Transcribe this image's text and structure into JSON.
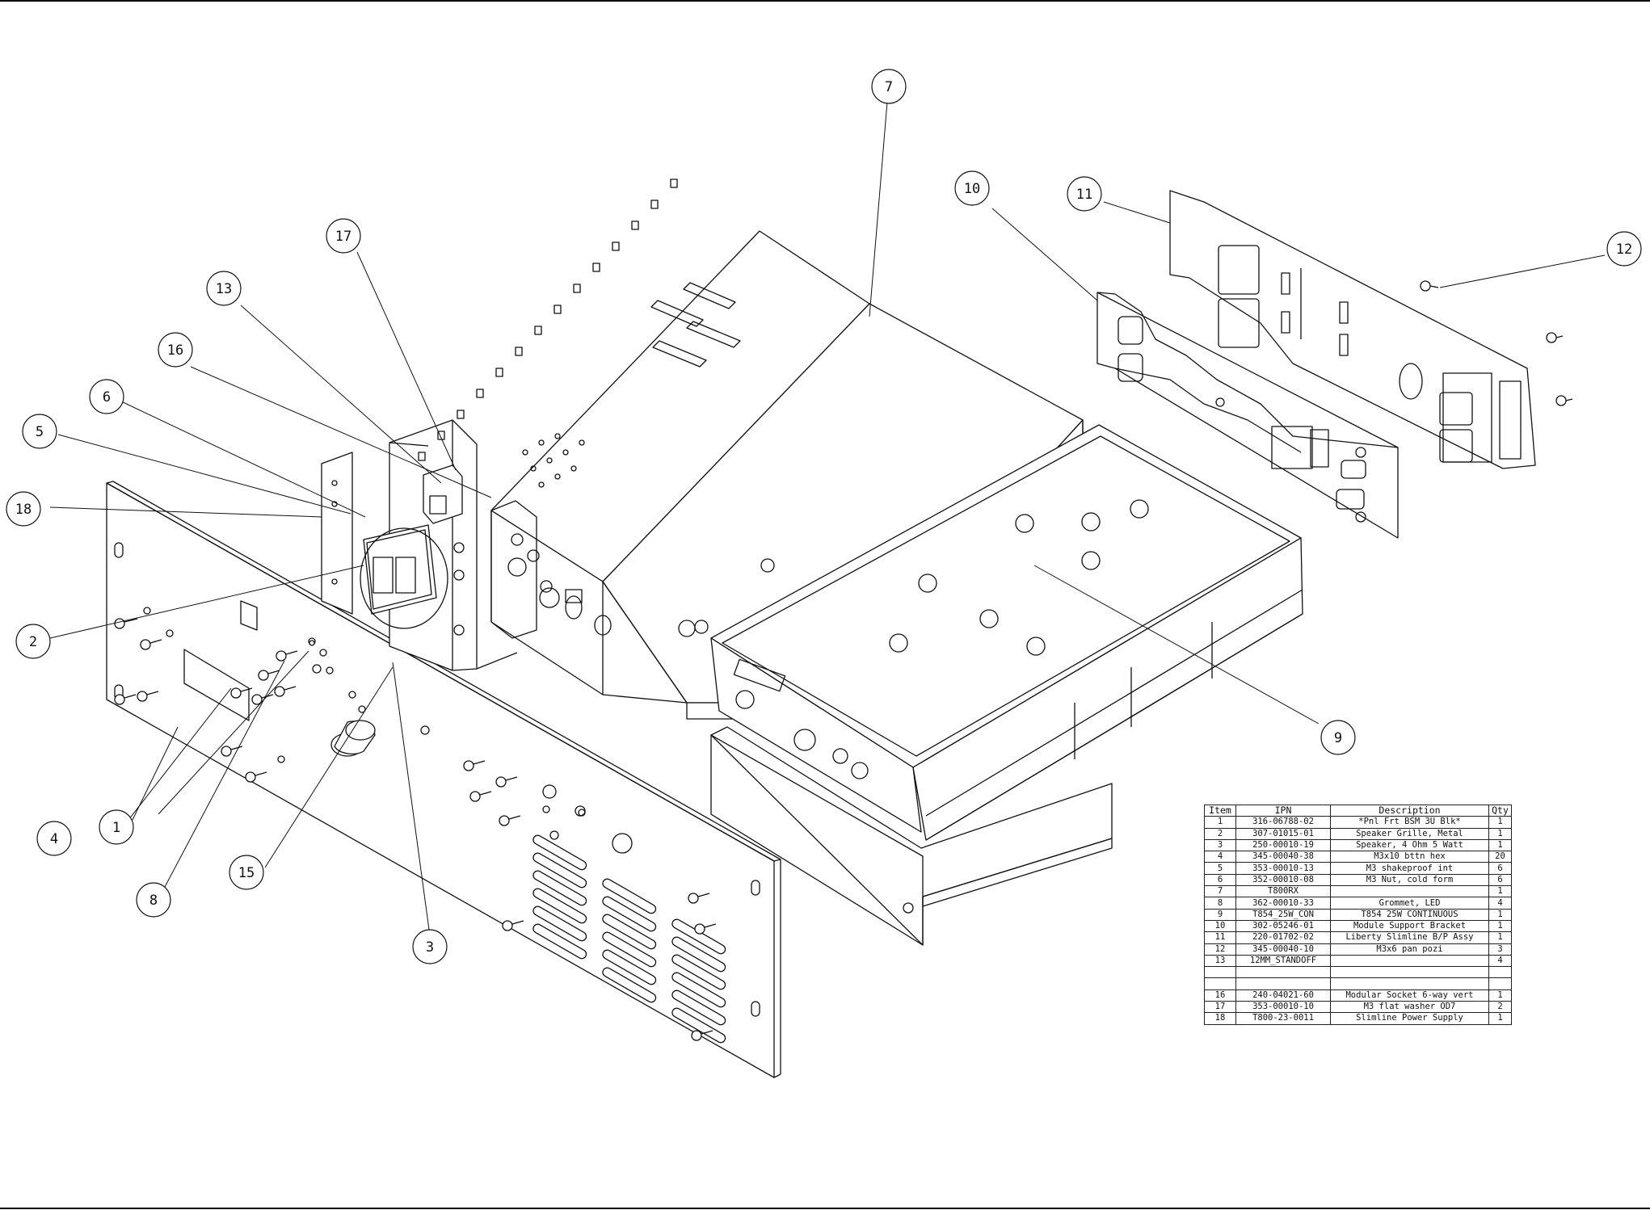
{
  "callouts": [
    {
      "label": "1"
    },
    {
      "label": "2"
    },
    {
      "label": "3"
    },
    {
      "label": "4"
    },
    {
      "label": "5"
    },
    {
      "label": "6"
    },
    {
      "label": "7"
    },
    {
      "label": "8"
    },
    {
      "label": "9"
    },
    {
      "label": "10"
    },
    {
      "label": "11"
    },
    {
      "label": "12"
    },
    {
      "label": "13"
    },
    {
      "label": "15"
    },
    {
      "label": "16"
    },
    {
      "label": "17"
    },
    {
      "label": "18"
    }
  ],
  "bom": {
    "headers": {
      "item": "Item",
      "ipn": "IPN",
      "description": "Description",
      "qty": "Qty"
    },
    "rows": [
      {
        "item": "1",
        "ipn": "316-06788-02",
        "description": "*Pnl Frt BSM 3U Blk*",
        "qty": "1"
      },
      {
        "item": "2",
        "ipn": "307-01015-01",
        "description": "Speaker Grille, Metal",
        "qty": "1"
      },
      {
        "item": "3",
        "ipn": "250-00010-19",
        "description": "Speaker, 4 Ohm 5 Watt",
        "qty": "1"
      },
      {
        "item": "4",
        "ipn": "345-00040-38",
        "description": "M3x10 bttn hex",
        "qty": "20"
      },
      {
        "item": "5",
        "ipn": "353-00010-13",
        "description": "M3 shakeproof int",
        "qty": "6"
      },
      {
        "item": "6",
        "ipn": "352-00010-08",
        "description": "M3 Nut, cold form",
        "qty": "6"
      },
      {
        "item": "7",
        "ipn": "T800RX",
        "description": "",
        "qty": "1"
      },
      {
        "item": "8",
        "ipn": "362-00010-33",
        "description": "Grommet, LED",
        "qty": "4"
      },
      {
        "item": "9",
        "ipn": "T854_25W_CON",
        "description": "T854 25W CONTINUOUS",
        "qty": "1"
      },
      {
        "item": "10",
        "ipn": "302-05246-01",
        "description": "Module Support Bracket",
        "qty": "1"
      },
      {
        "item": "11",
        "ipn": "220-01702-02",
        "description": "Liberty Slimline B/P Assy",
        "qty": "1"
      },
      {
        "item": "12",
        "ipn": "345-00040-10",
        "description": "M3x6 pan pozi",
        "qty": "3"
      },
      {
        "item": "13",
        "ipn": "12MM_STANDOFF",
        "description": "",
        "qty": "4"
      },
      {
        "item": "",
        "ipn": "",
        "description": "",
        "qty": ""
      },
      {
        "item": "",
        "ipn": "",
        "description": "",
        "qty": ""
      },
      {
        "item": "16",
        "ipn": "240-04021-60",
        "description": "Modular Socket 6-way vert",
        "qty": "1"
      },
      {
        "item": "17",
        "ipn": "353-00010-10",
        "description": "M3 flat washer OD7",
        "qty": "2"
      },
      {
        "item": "18",
        "ipn": "T800-23-0011",
        "description": "Slimline Power Supply",
        "qty": "1"
      }
    ]
  }
}
